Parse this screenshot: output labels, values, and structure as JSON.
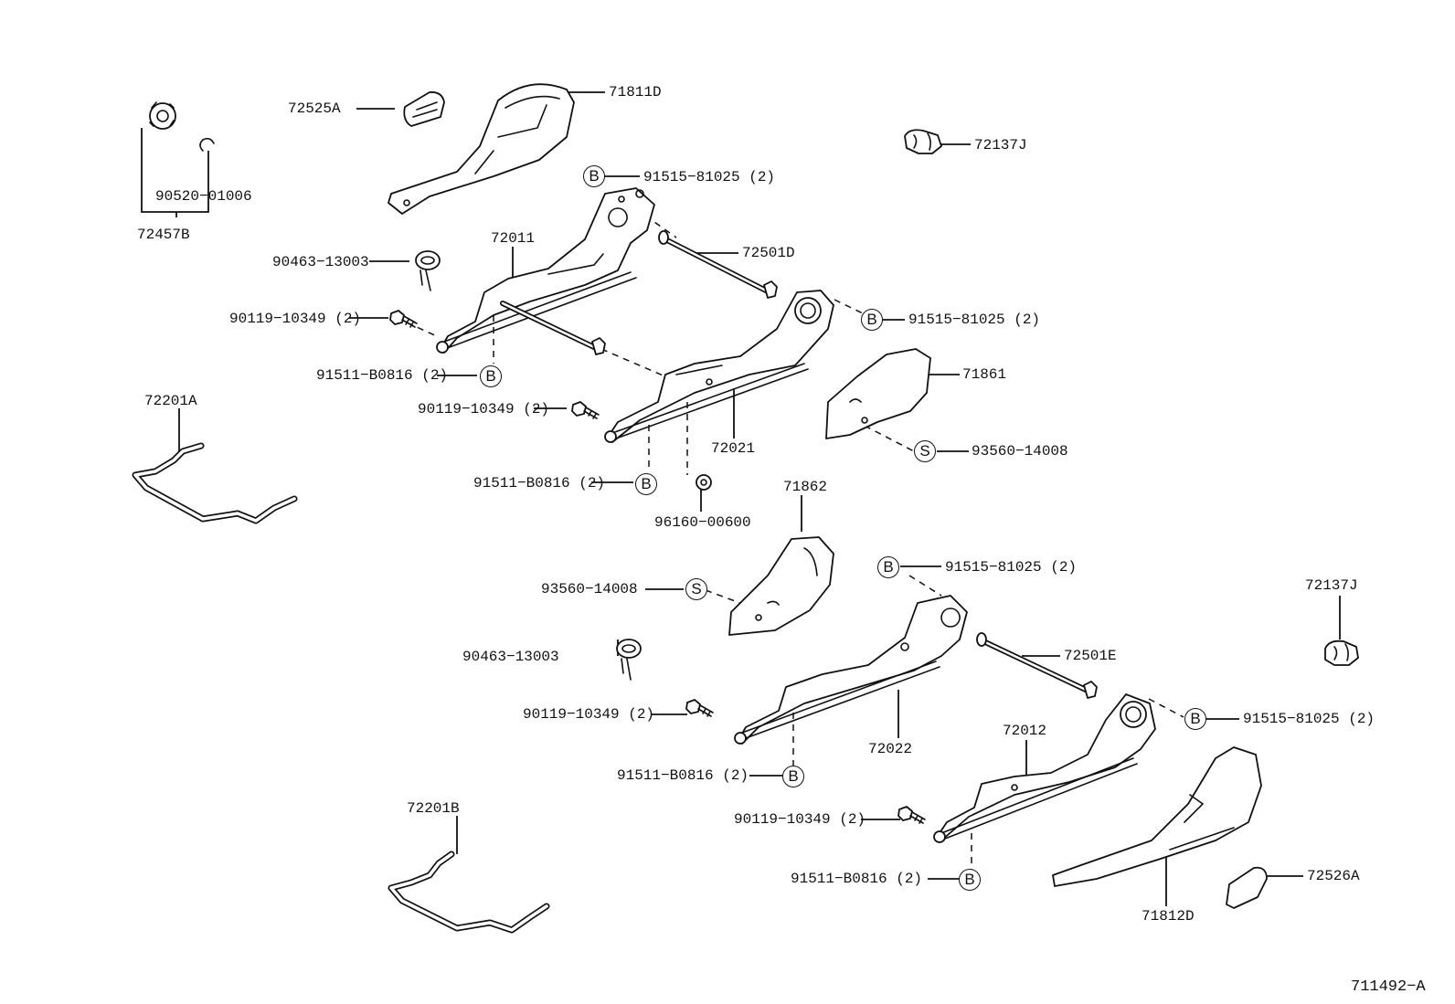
{
  "diagram_id": "711492−A",
  "labels": {
    "p72525A": "72525A",
    "p71811D": "71811D",
    "p72137J_top": "72137J",
    "p90520": "90520−01006",
    "p72457B": "72457B",
    "p91515_a": "91515−81025 (2)",
    "p72011": "72011",
    "p72501D": "72501D",
    "p90463_a": "90463−13003",
    "p90119_a": "90119−10349 (2)",
    "p91515_b": "91515−81025 (2)",
    "p91511_a": "91511−B0816 (2)",
    "p71861": "71861",
    "p72201A": "72201A",
    "p90119_b": "90119−10349 (2)",
    "p72021": "72021",
    "p93560_a": "93560−14008",
    "p91511_b": "91511−B0816 (2)",
    "p96160": "96160−00600",
    "p71862": "71862",
    "p91515_c": "91515−81025 (2)",
    "p93560_b": "93560−14008",
    "p72137J_right": "72137J",
    "p90463_b": "90463−13003",
    "p72501E": "72501E",
    "p90119_c": "90119−10349 (2)",
    "p72022": "72022",
    "p72012": "72012",
    "p91515_d": "91515−81025 (2)",
    "p91511_c": "91511−B0816 (2)",
    "p72201B": "72201B",
    "p90119_d": "90119−10349 (2)",
    "p72526A": "72526A",
    "p91511_d": "91511−B0816 (2)",
    "p71812D": "71812D"
  },
  "markers": {
    "b": "B",
    "s": "S"
  }
}
